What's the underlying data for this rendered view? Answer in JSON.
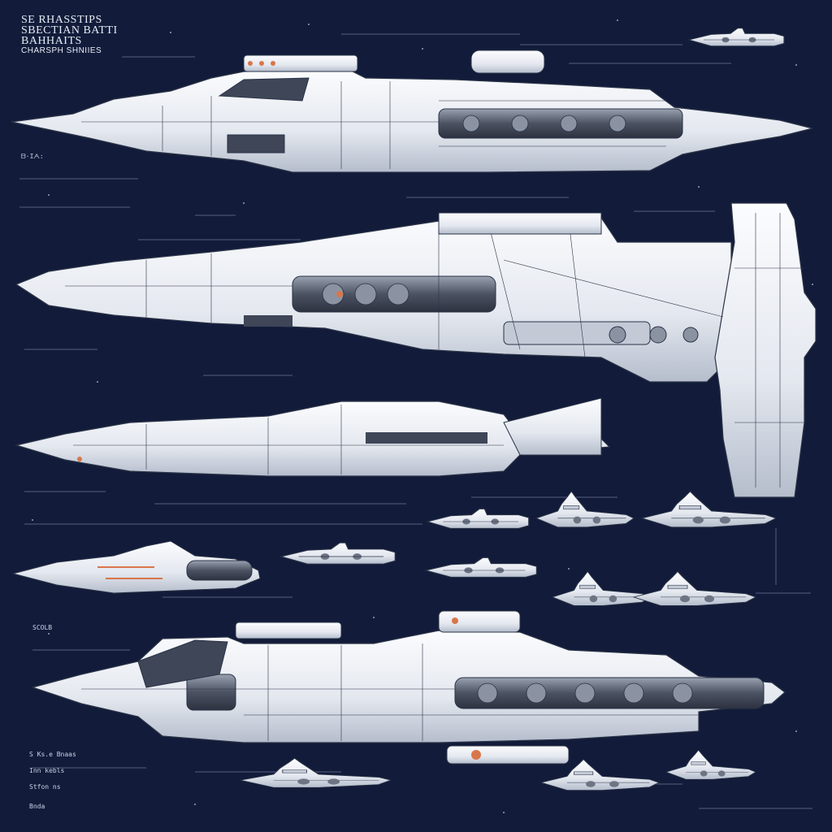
{
  "title_block": {
    "line1": "SE RHASSTIPS",
    "line2": "SBECTIAN BATTI BAHHAITS",
    "line3": "CHARSPH SHNIIES"
  },
  "small_labels": [
    "ᗷ·Iᗅ:",
    "SCOLB",
    "S Ks.e Bnaas",
    "Inn kebls",
    "Stfon ns",
    "Bnda"
  ],
  "colors": {
    "background": "#121c3a",
    "hull": "#eef0f4",
    "hull_shadow": "#b8c0cf",
    "panel_line": "#2a3347",
    "engine": "#6d7584",
    "accent_orange": "#d9764a",
    "accent_blue": "#4a6fa5"
  },
  "ships": [
    {
      "name": "large-cruiser-top"
    },
    {
      "name": "heavy-carrier-center"
    },
    {
      "name": "lower-frigate"
    },
    {
      "name": "escort-small"
    },
    {
      "name": "large-cruiser-bottom"
    }
  ]
}
